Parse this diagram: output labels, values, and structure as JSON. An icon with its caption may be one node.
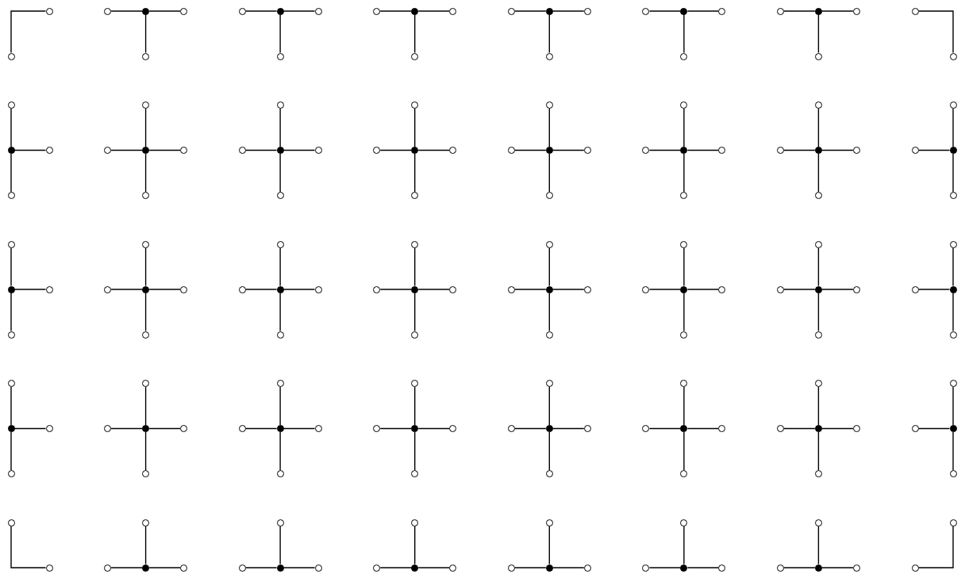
{
  "diagram": {
    "nodes": [
      {
        "text": [],
        "shape": "circle"
      },
      {
        "text": [],
        "shape": "circle"
      },
      {
        "text": [],
        "shape": "circle"
      },
      {
        "text": [],
        "shape": "circle"
      },
      {
        "text": [],
        "shape": "circle"
      },
      {
        "text": [],
        "shape": "circle"
      },
      {
        "text": [],
        "shape": "circle"
      },
      {
        "text": [],
        "shape": "circle"
      },
      {
        "text": [],
        "shape": "circle"
      },
      {
        "text": [],
        "shape": "circle"
      },
      {
        "text": [],
        "shape": "circle"
      },
      {
        "text": [],
        "shape": "circle"
      },
      {
        "text": [],
        "shape": "circle"
      },
      {
        "text": [],
        "shape": "circle"
      },
      {
        "text": [],
        "shape": "circle"
      },
      {
        "text": [],
        "shape": "circle"
      },
      {
        "text": [],
        "shape": "circle"
      },
      {
        "text": [],
        "shape": "circle"
      },
      {
        "text": [],
        "shape": "circle"
      },
      {
        "text": [],
        "shape": "circle"
      },
      {
        "text": [],
        "shape": "circle"
      },
      {
        "text": [],
        "shape": "circle"
      },
      {
        "text": [],
        "shape": "circle"
      },
      {
        "text": [],
        "shape": "circle"
      },
      {
        "text": [],
        "shape": "circle"
      },
      {
        "text": [],
        "shape": "circle"
      },
      {
        "text": [],
        "shape": "circle"
      },
      {
        "text": [],
        "shape": "circle"
      },
      {
        "text": [],
        "shape": "circle"
      },
      {
        "text": [],
        "shape": "circle"
      },
      {
        "text": [],
        "shape": "circle"
      },
      {
        "text": [],
        "shape": "circle"
      },
      {
        "text": [],
        "shape": "circle"
      },
      {
        "text": [],
        "shape": "circle"
      },
      {
        "text": [],
        "shape": "circle"
      },
      {
        "text": [],
        "shape": "circle"
      },
      {
        "text": [],
        "shape": "circle"
      },
      {
        "text": [],
        "shape": "circle"
      },
      {
        "text": [],
        "shape": "circle"
      },
      {
        "text": [],
        "shape": "circle"
      },
      {
        "text": [],
        "shape": "circle"
      },
      {
        "text": [],
        "shape": "circle"
      },
      {
        "text": [],
        "shape": "circle"
      },
      {
        "text": [],
        "shape": "circle"
      },
      {
        "text": [],
        "shape": "circle"
      },
      {
        "text": [],
        "shape": "circle"
      },
      {
        "text": [],
        "shape": "circle"
      },
      {
        "text": [],
        "shape": "circle"
      },
      {
        "text": [],
        "shape": "circle"
      },
      {
        "text": [],
        "shape": "circle"
      },
      {
        "text": [],
        "shape": "circle"
      },
      {
        "text": [],
        "shape": "circle"
      },
      {
        "text": [],
        "shape": "circle"
      },
      {
        "text": [],
        "shape": "circle"
      },
      {
        "text": [],
        "shape": "circle"
      },
      {
        "text": [],
        "shape": "circle"
      },
      {
        "text": [],
        "shape": "circle"
      },
      {
        "text": [],
        "shape": "circle"
      },
      {
        "text": [],
        "shape": "circle"
      },
      {
        "text": [],
        "shape": "circle"
      },
      {
        "text": [],
        "shape": "circle"
      },
      {
        "text": [],
        "shape": "circle"
      },
      {
        "text": [],
        "shape": "circle"
      },
      {
        "text": [],
        "shape": "circle"
      },
      {
        "text": [],
        "shape": "circle"
      },
      {
        "text": [],
        "shape": "circle"
      },
      {
        "text": [],
        "shape": "circle"
      },
      {
        "text": [],
        "shape": "circle"
      },
      {
        "text": [],
        "shape": "circle"
      },
      {
        "text": [],
        "shape": "circle"
      },
      {
        "text": [],
        "shape": "circle"
      },
      {
        "text": [],
        "shape": "circle"
      },
      {
        "text": [],
        "shape": "circle"
      },
      {
        "text": [],
        "shape": "circle"
      },
      {
        "text": [],
        "shape": "circle"
      },
      {
        "text": [],
        "shape": "circle"
      },
      {
        "text": [],
        "shape": "circle"
      },
      {
        "text": [],
        "shape": "circle"
      },
      {
        "text": [],
        "shape": "circle"
      },
      {
        "text": [],
        "shape": "circle"
      },
      {
        "text": [],
        "shape": "circle"
      },
      {
        "text": [],
        "shape": "circle"
      },
      {
        "text": [],
        "shape": "circle"
      },
      {
        "text": [],
        "shape": "circle"
      },
      {
        "text": [],
        "shape": "circle"
      },
      {
        "text": [],
        "shape": "circle"
      },
      {
        "text": [],
        "shape": "circle"
      },
      {
        "text": [],
        "shape": "circle"
      },
      {
        "text": [],
        "shape": "circle"
      },
      {
        "text": [],
        "shape": "circle"
      },
      {
        "text": [],
        "shape": "circle"
      },
      {
        "text": [],
        "shape": "circle"
      },
      {
        "text": [],
        "shape": "circle"
      },
      {
        "text": [],
        "shape": "circle"
      },
      {
        "text": [],
        "shape": "circle"
      },
      {
        "text": [],
        "shape": "circle"
      },
      {
        "text": [],
        "shape": "circle"
      },
      {
        "text": [],
        "shape": "circle"
      },
      {
        "text": [],
        "shape": "circle"
      },
      {
        "text": [],
        "shape": "circle"
      },
      {
        "text": [],
        "shape": "circle"
      },
      {
        "text": [],
        "shape": "circle"
      },
      {
        "text": [],
        "shape": "circle"
      },
      {
        "text": [],
        "shape": "circle"
      },
      {
        "text": [],
        "shape": "circle"
      },
      {
        "text": [],
        "shape": "circle"
      },
      {
        "text": [],
        "shape": "circle"
      },
      {
        "text": [],
        "shape": "circle"
      },
      {
        "text": [],
        "shape": "circle"
      },
      {
        "text": [],
        "shape": "circle"
      },
      {
        "text": [],
        "shape": "circle"
      },
      {
        "text": [],
        "shape": "circle"
      },
      {
        "text": [],
        "shape": "circle"
      },
      {
        "text": [],
        "shape": "circle"
      },
      {
        "text": [],
        "shape": "circle"
      },
      {
        "text": [],
        "shape": "circle"
      },
      {
        "text": [],
        "shape": "circle"
      },
      {
        "text": [],
        "shape": "circle"
      },
      {
        "text": [],
        "shape": "circle"
      },
      {
        "text": [],
        "shape": "circle"
      },
      {
        "text": [],
        "shape": "circle"
      },
      {
        "text": [],
        "shape": "circle"
      },
      {
        "text": [],
        "shape": "circle"
      },
      {
        "text": [],
        "shape": "circle"
      },
      {
        "text": [],
        "shape": "circle"
      },
      {
        "text": [],
        "shape": "circle"
      },
      {
        "text": [],
        "shape": "circle"
      },
      {
        "text": [],
        "shape": "circle"
      },
      {
        "text": [],
        "shape": "circle"
      },
      {
        "text": [],
        "shape": "circle"
      },
      {
        "text": [],
        "shape": "circle"
      },
      {
        "text": [],
        "shape": "circle"
      },
      {
        "text": [],
        "shape": "circle"
      },
      {
        "text": [],
        "shape": "circle"
      },
      {
        "text": [],
        "shape": "circle"
      },
      {
        "text": [],
        "shape": "circle"
      },
      {
        "text": [],
        "shape": "circle"
      },
      {
        "text": [],
        "shape": "circle"
      },
      {
        "text": [],
        "shape": "circle"
      },
      {
        "text": [],
        "shape": "circle"
      },
      {
        "text": [],
        "shape": "circle"
      },
      {
        "text": [],
        "shape": "circle"
      },
      {
        "text": [],
        "shape": "circle"
      },
      {
        "text": [],
        "shape": "circle"
      },
      {
        "text": [],
        "shape": "circle"
      },
      {
        "text": [],
        "shape": "circle"
      },
      {
        "text": [],
        "shape": "circle"
      },
      {
        "text": [],
        "shape": "circle"
      },
      {
        "text": [],
        "shape": "circle"
      },
      {
        "text": [],
        "shape": "circle"
      },
      {
        "text": [],
        "shape": "circle"
      },
      {
        "text": [],
        "shape": "circle"
      },
      {
        "text": [],
        "shape": "circle"
      },
      {
        "text": [],
        "shape": "circle"
      },
      {
        "text": [],
        "shape": "circle"
      },
      {
        "text": [],
        "shape": "circle"
      },
      {
        "text": [],
        "shape": "circle"
      },
      {
        "text": [],
        "shape": "circle"
      },
      {
        "text": [],
        "shape": "circle"
      },
      {
        "text": [],
        "shape": "circle"
      },
      {
        "text": [],
        "shape": "circle"
      },
      {
        "text": [],
        "shape": "circle"
      },
      {
        "text": [],
        "shape": "circle"
      },
      {
        "text": [],
        "shape": "circle"
      },
      {
        "text": [],
        "shape": "circle"
      },
      {
        "text": [],
        "shape": "circle"
      },
      {
        "text": [],
        "shape": "circle"
      },
      {
        "text": [],
        "shape": "circle"
      },
      {
        "text": [],
        "shape": "circle"
      },
      {
        "text": [],
        "shape": "circle"
      }
    ],
    "edges": [
      {
        "from": 0,
        "to": 1,
        "arrow": "none"
      },
      {
        "from": 3,
        "to": 2,
        "arrow": "none"
      },
      {
        "from": 3,
        "to": 4,
        "arrow": "none"
      },
      {
        "from": 3,
        "to": 5,
        "arrow": "none"
      },
      {
        "from": 7,
        "to": 6,
        "arrow": "none"
      },
      {
        "from": 7,
        "to": 8,
        "arrow": "none"
      },
      {
        "from": 7,
        "to": 9,
        "arrow": "none"
      },
      {
        "from": 11,
        "to": 10,
        "arrow": "none"
      },
      {
        "from": 11,
        "to": 12,
        "arrow": "none"
      },
      {
        "from": 11,
        "to": 13,
        "arrow": "none"
      },
      {
        "from": 15,
        "to": 14,
        "arrow": "none"
      },
      {
        "from": 15,
        "to": 16,
        "arrow": "none"
      },
      {
        "from": 15,
        "to": 17,
        "arrow": "none"
      },
      {
        "from": 19,
        "to": 18,
        "arrow": "none"
      },
      {
        "from": 19,
        "to": 20,
        "arrow": "none"
      },
      {
        "from": 19,
        "to": 21,
        "arrow": "none"
      },
      {
        "from": 23,
        "to": 22,
        "arrow": "none"
      },
      {
        "from": 23,
        "to": 24,
        "arrow": "none"
      },
      {
        "from": 23,
        "to": 25,
        "arrow": "none"
      },
      {
        "from": 26,
        "to": 27,
        "arrow": "none"
      },
      {
        "from": 29,
        "to": 28,
        "arrow": "none"
      },
      {
        "from": 29,
        "to": 30,
        "arrow": "none"
      },
      {
        "from": 29,
        "to": 31,
        "arrow": "none"
      },
      {
        "from": 34,
        "to": 32,
        "arrow": "none"
      },
      {
        "from": 34,
        "to": 33,
        "arrow": "none"
      },
      {
        "from": 34,
        "to": 35,
        "arrow": "none"
      },
      {
        "from": 34,
        "to": 36,
        "arrow": "none"
      },
      {
        "from": 39,
        "to": 37,
        "arrow": "none"
      },
      {
        "from": 39,
        "to": 38,
        "arrow": "none"
      },
      {
        "from": 39,
        "to": 40,
        "arrow": "none"
      },
      {
        "from": 39,
        "to": 41,
        "arrow": "none"
      },
      {
        "from": 44,
        "to": 42,
        "arrow": "none"
      },
      {
        "from": 44,
        "to": 43,
        "arrow": "none"
      },
      {
        "from": 44,
        "to": 45,
        "arrow": "none"
      },
      {
        "from": 44,
        "to": 46,
        "arrow": "none"
      },
      {
        "from": 49,
        "to": 47,
        "arrow": "none"
      },
      {
        "from": 49,
        "to": 48,
        "arrow": "none"
      },
      {
        "from": 49,
        "to": 50,
        "arrow": "none"
      },
      {
        "from": 49,
        "to": 51,
        "arrow": "none"
      },
      {
        "from": 54,
        "to": 52,
        "arrow": "none"
      },
      {
        "from": 54,
        "to": 53,
        "arrow": "none"
      },
      {
        "from": 54,
        "to": 55,
        "arrow": "none"
      },
      {
        "from": 54,
        "to": 56,
        "arrow": "none"
      },
      {
        "from": 59,
        "to": 57,
        "arrow": "none"
      },
      {
        "from": 59,
        "to": 58,
        "arrow": "none"
      },
      {
        "from": 59,
        "to": 60,
        "arrow": "none"
      },
      {
        "from": 59,
        "to": 61,
        "arrow": "none"
      },
      {
        "from": 64,
        "to": 62,
        "arrow": "none"
      },
      {
        "from": 64,
        "to": 63,
        "arrow": "none"
      },
      {
        "from": 64,
        "to": 65,
        "arrow": "none"
      },
      {
        "from": 67,
        "to": 66,
        "arrow": "none"
      },
      {
        "from": 67,
        "to": 68,
        "arrow": "none"
      },
      {
        "from": 67,
        "to": 69,
        "arrow": "none"
      },
      {
        "from": 72,
        "to": 70,
        "arrow": "none"
      },
      {
        "from": 72,
        "to": 71,
        "arrow": "none"
      },
      {
        "from": 72,
        "to": 73,
        "arrow": "none"
      },
      {
        "from": 72,
        "to": 74,
        "arrow": "none"
      },
      {
        "from": 77,
        "to": 75,
        "arrow": "none"
      },
      {
        "from": 77,
        "to": 76,
        "arrow": "none"
      },
      {
        "from": 77,
        "to": 78,
        "arrow": "none"
      },
      {
        "from": 77,
        "to": 79,
        "arrow": "none"
      },
      {
        "from": 82,
        "to": 80,
        "arrow": "none"
      },
      {
        "from": 82,
        "to": 81,
        "arrow": "none"
      },
      {
        "from": 82,
        "to": 83,
        "arrow": "none"
      },
      {
        "from": 82,
        "to": 84,
        "arrow": "none"
      },
      {
        "from": 87,
        "to": 85,
        "arrow": "none"
      },
      {
        "from": 87,
        "to": 86,
        "arrow": "none"
      },
      {
        "from": 87,
        "to": 88,
        "arrow": "none"
      },
      {
        "from": 87,
        "to": 89,
        "arrow": "none"
      },
      {
        "from": 92,
        "to": 90,
        "arrow": "none"
      },
      {
        "from": 92,
        "to": 91,
        "arrow": "none"
      },
      {
        "from": 92,
        "to": 93,
        "arrow": "none"
      },
      {
        "from": 92,
        "to": 94,
        "arrow": "none"
      },
      {
        "from": 97,
        "to": 95,
        "arrow": "none"
      },
      {
        "from": 97,
        "to": 96,
        "arrow": "none"
      },
      {
        "from": 97,
        "to": 98,
        "arrow": "none"
      },
      {
        "from": 97,
        "to": 99,
        "arrow": "none"
      },
      {
        "from": 102,
        "to": 100,
        "arrow": "none"
      },
      {
        "from": 102,
        "to": 101,
        "arrow": "none"
      },
      {
        "from": 102,
        "to": 103,
        "arrow": "none"
      },
      {
        "from": 105,
        "to": 104,
        "arrow": "none"
      },
      {
        "from": 105,
        "to": 106,
        "arrow": "none"
      },
      {
        "from": 105,
        "to": 107,
        "arrow": "none"
      },
      {
        "from": 110,
        "to": 108,
        "arrow": "none"
      },
      {
        "from": 110,
        "to": 109,
        "arrow": "none"
      },
      {
        "from": 110,
        "to": 111,
        "arrow": "none"
      },
      {
        "from": 110,
        "to": 112,
        "arrow": "none"
      },
      {
        "from": 115,
        "to": 113,
        "arrow": "none"
      },
      {
        "from": 115,
        "to": 114,
        "arrow": "none"
      },
      {
        "from": 115,
        "to": 116,
        "arrow": "none"
      },
      {
        "from": 115,
        "to": 117,
        "arrow": "none"
      },
      {
        "from": 120,
        "to": 118,
        "arrow": "none"
      },
      {
        "from": 120,
        "to": 119,
        "arrow": "none"
      },
      {
        "from": 120,
        "to": 121,
        "arrow": "none"
      },
      {
        "from": 120,
        "to": 122,
        "arrow": "none"
      },
      {
        "from": 125,
        "to": 123,
        "arrow": "none"
      },
      {
        "from": 125,
        "to": 124,
        "arrow": "none"
      },
      {
        "from": 125,
        "to": 126,
        "arrow": "none"
      },
      {
        "from": 125,
        "to": 127,
        "arrow": "none"
      },
      {
        "from": 130,
        "to": 128,
        "arrow": "none"
      },
      {
        "from": 130,
        "to": 129,
        "arrow": "none"
      },
      {
        "from": 130,
        "to": 131,
        "arrow": "none"
      },
      {
        "from": 130,
        "to": 132,
        "arrow": "none"
      },
      {
        "from": 135,
        "to": 133,
        "arrow": "none"
      },
      {
        "from": 135,
        "to": 134,
        "arrow": "none"
      },
      {
        "from": 135,
        "to": 136,
        "arrow": "none"
      },
      {
        "from": 135,
        "to": 137,
        "arrow": "none"
      },
      {
        "from": 140,
        "to": 138,
        "arrow": "none"
      },
      {
        "from": 140,
        "to": 139,
        "arrow": "none"
      },
      {
        "from": 140,
        "to": 141,
        "arrow": "none"
      },
      {
        "from": 142,
        "to": 143,
        "arrow": "none"
      },
      {
        "from": 146,
        "to": 144,
        "arrow": "none"
      },
      {
        "from": 146,
        "to": 145,
        "arrow": "none"
      },
      {
        "from": 146,
        "to": 147,
        "arrow": "none"
      },
      {
        "from": 150,
        "to": 148,
        "arrow": "none"
      },
      {
        "from": 150,
        "to": 149,
        "arrow": "none"
      },
      {
        "from": 150,
        "to": 151,
        "arrow": "none"
      },
      {
        "from": 154,
        "to": 152,
        "arrow": "none"
      },
      {
        "from": 154,
        "to": 153,
        "arrow": "none"
      },
      {
        "from": 154,
        "to": 155,
        "arrow": "none"
      },
      {
        "from": 158,
        "to": 156,
        "arrow": "none"
      },
      {
        "from": 158,
        "to": 157,
        "arrow": "none"
      },
      {
        "from": 158,
        "to": 159,
        "arrow": "none"
      },
      {
        "from": 162,
        "to": 160,
        "arrow": "none"
      },
      {
        "from": 162,
        "to": 161,
        "arrow": "none"
      },
      {
        "from": 162,
        "to": 163,
        "arrow": "none"
      },
      {
        "from": 166,
        "to": 164,
        "arrow": "none"
      },
      {
        "from": 166,
        "to": 165,
        "arrow": "none"
      },
      {
        "from": 166,
        "to": 167,
        "arrow": "none"
      },
      {
        "from": 168,
        "to": 169,
        "arrow": "none"
      }
    ]
  }
}
